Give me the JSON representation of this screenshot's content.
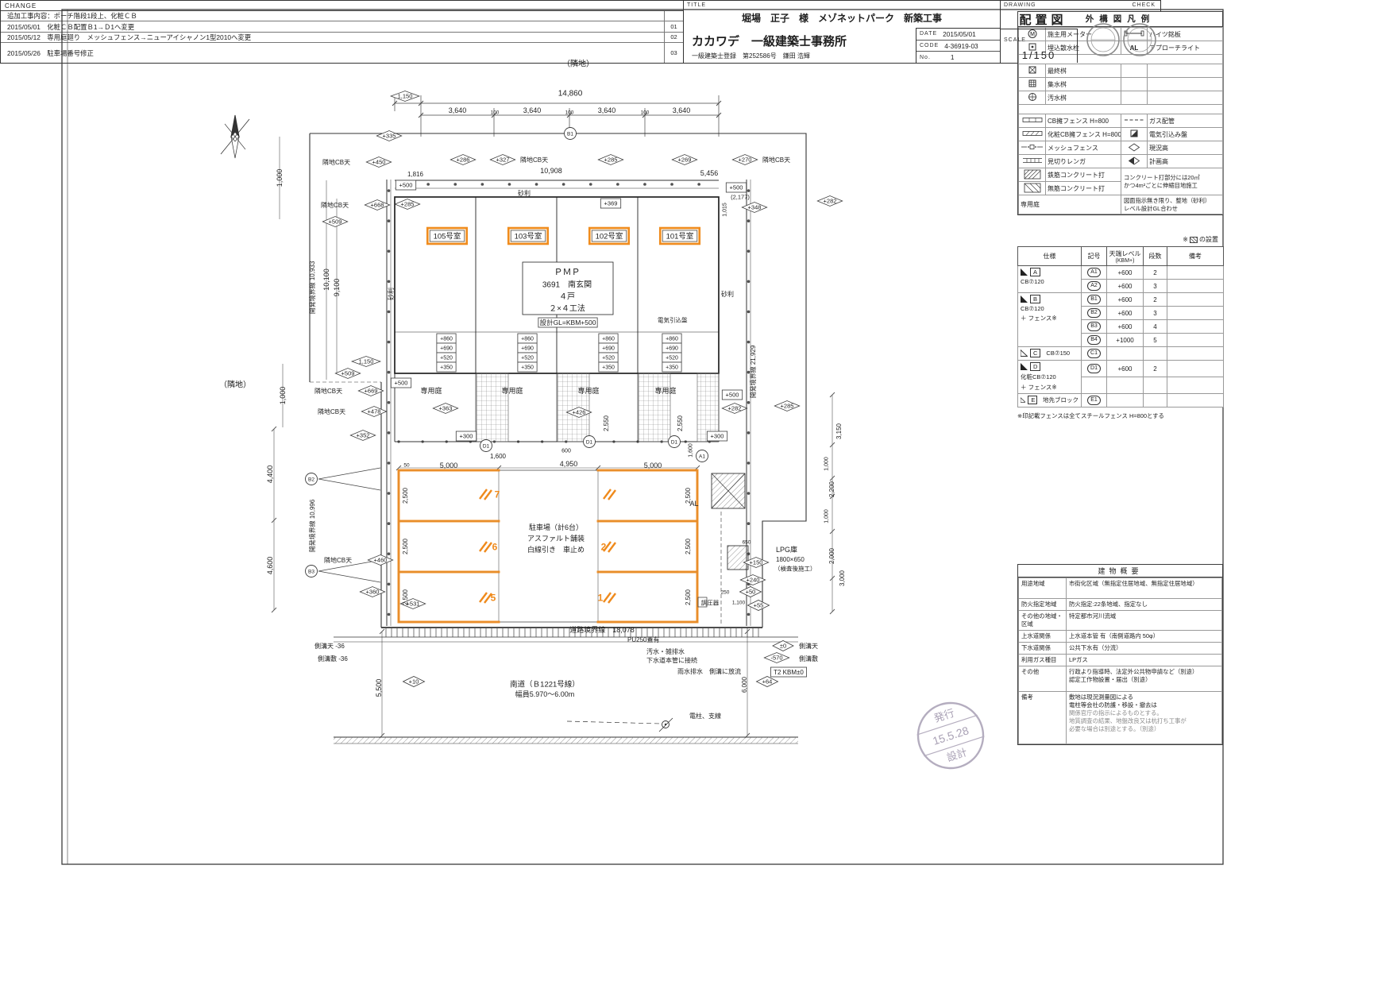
{
  "legend": {
    "title": "外構図凡例",
    "m": "M",
    "owner_meter": "施主用メーター",
    "nameplate": "ハイツ銘板",
    "sprinkler": "埋込散水栓",
    "al": "AL",
    "approach_light": "アプローチライト",
    "final_basin": "最終桝",
    "catch_basin": "集水桝",
    "sewage_basin": "汚水桝",
    "cb_fence": "CB擁フェンス H=800",
    "gas_pipe": "ガス配管",
    "deco_cb_fence": "化粧CB擁フェンス H=800",
    "electric_panel": "電気引込み盤",
    "mesh_fence": "メッシュフェンス",
    "existing_height": "現況高",
    "brick_edge": "見切りレンガ",
    "planned_height": "計画高",
    "rc_concrete": "鉄筋コンクリート打",
    "plain_concrete": "無筋コンクリート打",
    "concrete_note1": "コンクリート打部分には20㎡",
    "concrete_note2": "かつ4m²ごとに伸縮目地施工",
    "garden": "専用庭",
    "garden_note1": "図面指示無き限り、整地（砂利）",
    "garden_note2": "レベル設計GL合わせ"
  },
  "spec": {
    "note_pre": "※",
    "note_post": "の設置",
    "headers": {
      "shiyo": "仕様",
      "kigo": "記号",
      "level1": "天端レベル",
      "level2": "(KBM+)",
      "dansu": "段数",
      "biko": "備考"
    },
    "groups": [
      {
        "letter": "A",
        "name": "CB⑦120",
        "name2": "",
        "rows": [
          {
            "k": "A1",
            "lv": "+600",
            "d": "2"
          },
          {
            "k": "A2",
            "lv": "+600",
            "d": "3"
          }
        ]
      },
      {
        "letter": "B",
        "name": "CB⑦120",
        "name2": "＋ フェンス※",
        "rows": [
          {
            "k": "B1",
            "lv": "+600",
            "d": "2"
          },
          {
            "k": "B2",
            "lv": "+600",
            "d": "3"
          },
          {
            "k": "B3",
            "lv": "+600",
            "d": "4"
          },
          {
            "k": "B4",
            "lv": "+1000",
            "d": "5"
          }
        ]
      },
      {
        "letter": "C",
        "name": "CB⑦150",
        "name2": "",
        "rows": [
          {
            "k": "C1",
            "lv": "",
            "d": ""
          }
        ]
      },
      {
        "letter": "D",
        "name": "化粧CB⑦120",
        "name2": "＋ フェンス※",
        "rows": [
          {
            "k": "D1",
            "lv": "+600",
            "d": "2"
          }
        ]
      },
      {
        "letter": "E",
        "name": "地先ブロック",
        "name2": "",
        "rows": [
          {
            "k": "E1",
            "lv": "",
            "d": ""
          }
        ]
      }
    ],
    "footnote": "※印記載フェンスは全てスチールフェンス H=800とする"
  },
  "overview": {
    "title": "建物概要",
    "labels": {
      "yoto": "用途地域",
      "boka": "防火指定地域",
      "sonota_chiiki": "その他の地域・区域",
      "josui": "上水道関係",
      "gesui": "下水道関係",
      "gas": "利用ガス種目",
      "sonota": "その他",
      "biko": "備考"
    },
    "values": {
      "yoto": "市街化区域（無指定住居地域、無指定住居地域）",
      "boka": "防火指定:22条地域、指定なし",
      "sonota_chiiki": "特定都市河川流域",
      "josui": "上水道本管 有（南側道路内 50φ）",
      "gesui": "公共下水有（分流）",
      "gas": "LPガス",
      "sonota1": "行政より指導時、法定外公共物申請など（別途）",
      "sonota2": "認定工作物設置・届出（別途）",
      "biko1": "敷地は現況測量図による",
      "biko2": "電柱等会社の防護・移設・撤去は",
      "biko3": "関係官庁の指示によるものとする。",
      "biko4": "地質調査の結果、地盤改良又は杭打ち工事が",
      "biko5": "必要な場合は別途とする。（別途）"
    }
  },
  "titleblock": {
    "change_header": "CHANGE",
    "change_rows": [
      {
        "text": "追加工事内容：ポーチ階段1段上、化粧ＣＢ",
        "tag": ""
      },
      {
        "text": "2015/05/01　化粧ＣＢ配置Ｂ1→Ｄ1へ変更",
        "tag": "01"
      },
      {
        "text": "2015/05/12　専用庭廻り　メッシュフェンス→ニューアイシャノン1型2010へ変更",
        "tag": "02"
      },
      {
        "text": "2015/05/26　駐車場番号修正",
        "tag": "03"
      }
    ],
    "title_label": "TITLE",
    "project_title": "堀場　正子　様　メゾネットパーク　新築工事",
    "office": "カカワデ　一級建築士事務所",
    "license": "一級建築士登録　第252586号　鎌田 浩輝",
    "date_label": "DATE",
    "date": "2015/05/01",
    "code_label": "CODE",
    "code": "4-36919-03",
    "no_label": "No.",
    "no": "1",
    "drawing_label": "DRAWING",
    "drawing_name": "配置図",
    "scale_label": "SCALE",
    "scale": "1/150",
    "check_label": "CHECK"
  },
  "stamps": {
    "issue_top": "発行",
    "issue_date": "15.5.28",
    "issue_bottom": "設計"
  },
  "drawing": {
    "annotations": [
      [
        "t",
        728,
        80,
        "（隣地）",
        10
      ],
      [
        "t",
        296,
        484,
        "（隣地）",
        10
      ],
      [
        "d",
        510,
        121,
        "1,150"
      ],
      [
        "t",
        718,
        117,
        "14,860",
        10
      ],
      [
        "t",
        576,
        139,
        "3,640",
        9
      ],
      [
        "t",
        623,
        141,
        "100",
        6.5
      ],
      [
        "t",
        670,
        139,
        "3,640",
        9
      ],
      [
        "t",
        717,
        141,
        "100",
        6.5
      ],
      [
        "t",
        764,
        139,
        "3,640",
        9
      ],
      [
        "t",
        812,
        141,
        "100",
        6.5
      ],
      [
        "t",
        858,
        139,
        "3,640",
        9
      ],
      [
        "c",
        718,
        168,
        "B1"
      ],
      [
        "d",
        490,
        171,
        "+335"
      ],
      [
        "l",
        406,
        204,
        "隣地CB天",
        8
      ],
      [
        "d",
        477,
        204,
        "+450"
      ],
      [
        "d",
        583,
        201,
        "+286"
      ],
      [
        "d",
        633,
        201,
        "+327"
      ],
      [
        "l",
        655,
        201,
        "隣地CB天",
        8
      ],
      [
        "t",
        694,
        215,
        "10,908",
        9
      ],
      [
        "d",
        769,
        201,
        "+285"
      ],
      [
        "d",
        862,
        201,
        "+269"
      ],
      [
        "d",
        938,
        201,
        "+270"
      ],
      [
        "l",
        960,
        201,
        "隣地CB天",
        8
      ],
      [
        "t",
        523,
        219,
        "1,816",
        8
      ],
      [
        "b",
        511,
        233,
        "+500"
      ],
      [
        "d",
        513,
        257,
        "+285"
      ],
      [
        "t",
        660,
        243,
        "砂利",
        8
      ],
      [
        "b",
        769,
        256,
        "+369"
      ],
      [
        "t",
        893,
        218,
        "5,456",
        9
      ],
      [
        "b",
        927,
        236,
        "+500"
      ],
      [
        "t",
        932,
        248,
        "(2,177)",
        7.5
      ],
      [
        "d",
        950,
        261,
        "+348"
      ],
      [
        "d",
        1045,
        253,
        "+282"
      ],
      [
        "v",
        912,
        264,
        "1,015",
        7
      ],
      [
        "v",
        352,
        224,
        "1,000",
        9
      ],
      [
        "v",
        393,
        362,
        "開発境界線 10,933",
        8
      ],
      [
        "v",
        411,
        352,
        "10,100",
        9
      ],
      [
        "v",
        424,
        362,
        "9,100",
        9
      ],
      [
        "l",
        404,
        258,
        "隣地CB天",
        8
      ],
      [
        "d",
        475,
        258,
        "+668"
      ],
      [
        "d",
        422,
        279,
        "+509"
      ],
      [
        "v",
        492,
        370,
        "砂利",
        8
      ],
      [
        "d",
        461,
        455,
        "1,150"
      ],
      [
        "d",
        438,
        470,
        "+509"
      ],
      [
        "b",
        505,
        482,
        "+500"
      ],
      [
        "l",
        396,
        492,
        "隣地CB天",
        8
      ],
      [
        "d",
        467,
        492,
        "+669"
      ],
      [
        "l",
        400,
        518,
        "隣地CB天",
        8
      ],
      [
        "d",
        471,
        518,
        "+478"
      ],
      [
        "d",
        457,
        548,
        "+352"
      ],
      [
        "v",
        356,
        498,
        "1,000",
        9
      ],
      [
        "v",
        340,
        597,
        "4,400",
        9
      ],
      [
        "v",
        340,
        712,
        "4,600",
        9
      ],
      [
        "v",
        393,
        662,
        "開発境界線 10,996",
        8
      ],
      [
        "c",
        392,
        603,
        "B2"
      ],
      [
        "c",
        392,
        719,
        "B3"
      ],
      [
        "l",
        408,
        705,
        "隣地CB天",
        8
      ],
      [
        "d",
        479,
        705,
        "+460"
      ],
      [
        "d",
        469,
        745,
        "+360"
      ],
      [
        "d",
        520,
        760,
        "+531"
      ],
      [
        "v",
        477,
        866,
        "5,500",
        9
      ],
      [
        "d",
        521,
        858,
        "+10"
      ],
      [
        "l",
        396,
        813,
        "側溝天 -36",
        8
      ],
      [
        "l",
        400,
        829,
        "側溝敷 -36",
        8
      ],
      [
        "o",
        563,
        297,
        "105号室"
      ],
      [
        "o",
        665,
        297,
        "103号室"
      ],
      [
        "o",
        767,
        297,
        "102号室"
      ],
      [
        "o",
        856,
        297,
        "101号室"
      ],
      [
        "t",
        714,
        342,
        "ＰＭＰ",
        11
      ],
      [
        "t",
        714,
        358,
        "3691　南玄関",
        10
      ],
      [
        "t",
        714,
        373,
        "４戸",
        10
      ],
      [
        "t",
        714,
        388,
        "２×４工法",
        10
      ],
      [
        "b",
        715,
        406,
        "設計GL=KBM+500",
        8.5
      ],
      [
        "l",
        828,
        403,
        "電気引込盤",
        7.5
      ],
      [
        "b",
        562,
        426,
        "+860",
        7
      ],
      [
        "b",
        562,
        438,
        "+690",
        7
      ],
      [
        "b",
        562,
        450,
        "+520",
        7
      ],
      [
        "b",
        562,
        462,
        "+350",
        7
      ],
      [
        "b",
        664,
        426,
        "+860",
        7
      ],
      [
        "b",
        664,
        438,
        "+690",
        7
      ],
      [
        "b",
        664,
        450,
        "+520",
        7
      ],
      [
        "b",
        664,
        462,
        "+350",
        7
      ],
      [
        "b",
        766,
        426,
        "+860",
        7
      ],
      [
        "b",
        766,
        438,
        "+690",
        7
      ],
      [
        "b",
        766,
        450,
        "+520",
        7
      ],
      [
        "b",
        766,
        462,
        "+350",
        7
      ],
      [
        "b",
        846,
        426,
        "+860",
        7
      ],
      [
        "b",
        846,
        438,
        "+690",
        7
      ],
      [
        "b",
        846,
        450,
        "+520",
        7
      ],
      [
        "b",
        846,
        462,
        "+350",
        7
      ],
      [
        "t",
        543,
        492,
        "専用庭",
        9
      ],
      [
        "t",
        645,
        492,
        "専用庭",
        9
      ],
      [
        "t",
        741,
        492,
        "専用庭",
        9
      ],
      [
        "t",
        838,
        492,
        "専用庭",
        9
      ],
      [
        "d",
        561,
        514,
        "+363"
      ],
      [
        "d",
        729,
        519,
        "+426"
      ],
      [
        "b",
        922,
        497,
        "+500"
      ],
      [
        "d",
        925,
        514,
        "+282"
      ],
      [
        "v",
        763,
        533,
        "2,550",
        8
      ],
      [
        "v",
        856,
        533,
        "2,550",
        8
      ],
      [
        "d",
        991,
        511,
        "+285"
      ],
      [
        "v",
        948,
        468,
        "開発境界線 21,929",
        8
      ],
      [
        "b",
        587,
        549,
        "+300"
      ],
      [
        "c",
        612,
        561,
        "D1"
      ],
      [
        "t",
        627,
        574,
        "1,600",
        8
      ],
      [
        "t",
        713,
        567,
        "600",
        7
      ],
      [
        "c",
        742,
        556,
        "D1"
      ],
      [
        "c",
        849,
        556,
        "D1"
      ],
      [
        "b",
        903,
        549,
        "+300"
      ],
      [
        "v",
        869,
        567,
        "1,600",
        7
      ],
      [
        "c",
        884,
        574,
        "A1"
      ],
      [
        "t",
        512,
        585,
        "50",
        6.5
      ],
      [
        "t",
        565,
        586,
        "5,000",
        9
      ],
      [
        "t",
        716,
        584,
        "4,950",
        9
      ],
      [
        "t",
        822,
        586,
        "5,000",
        9
      ],
      [
        "v",
        510,
        624,
        "2,500",
        8
      ],
      [
        "v",
        510,
        688,
        "2,500",
        8
      ],
      [
        "v",
        510,
        752,
        "2,500",
        8
      ],
      [
        "v",
        866,
        624,
        "2,500",
        8
      ],
      [
        "v",
        866,
        688,
        "2,500",
        8
      ],
      [
        "v",
        866,
        752,
        "2,500",
        8
      ],
      [
        "n",
        626,
        622,
        "7"
      ],
      [
        "n",
        623,
        688,
        "6"
      ],
      [
        "n",
        621,
        752,
        "5"
      ],
      [
        "n",
        760,
        688,
        "2"
      ],
      [
        "n",
        756,
        752,
        "1"
      ],
      [
        "t",
        700,
        664,
        "駐車場（計6台）",
        9
      ],
      [
        "t",
        700,
        678,
        "アスファルト舗装",
        9
      ],
      [
        "t",
        700,
        692,
        "白線引き　車止め",
        9
      ],
      [
        "t",
        874,
        634,
        "AL",
        9
      ],
      [
        "l",
        977,
        692,
        "LPG庫",
        9
      ],
      [
        "l",
        977,
        704,
        "1800×650",
        8
      ],
      [
        "l",
        975,
        716,
        "（検査後施工）",
        7.5
      ],
      [
        "d",
        952,
        708,
        "+150"
      ],
      [
        "d",
        948,
        730,
        "+240"
      ],
      [
        "d",
        945,
        745,
        "+50"
      ],
      [
        "d",
        955,
        762,
        "+55"
      ],
      [
        "t",
        940,
        682,
        "650",
        6.5
      ],
      [
        "t",
        913,
        745,
        "250",
        6.5
      ],
      [
        "t",
        930,
        758,
        "1,100",
        6.5
      ],
      [
        "t",
        894,
        759,
        "調圧器",
        7.5
      ],
      [
        "t",
        758,
        793,
        "道路境界線　18,078",
        9
      ],
      [
        "l",
        790,
        805,
        "PU250蓋有",
        8
      ],
      [
        "l",
        814,
        820,
        "汚水・雑排水",
        8
      ],
      [
        "l",
        814,
        831,
        "下水道本管に接続",
        8
      ],
      [
        "l",
        853,
        845,
        "雨水排水　側溝に放流",
        8
      ],
      [
        "t",
        686,
        861,
        "南道（Ｂ1221号線）",
        9.5
      ],
      [
        "t",
        686,
        874,
        "幅員5.970〜6.00m",
        9
      ],
      [
        "l",
        868,
        901,
        "電柱、支線",
        8
      ],
      [
        "d",
        986,
        813,
        "±0"
      ],
      [
        "l",
        1006,
        813,
        "側溝天",
        8
      ],
      [
        "d",
        978,
        828,
        "-570"
      ],
      [
        "l",
        1006,
        829,
        "側溝敷",
        8
      ],
      [
        "b",
        993,
        846,
        "T2 KBM±0",
        8
      ],
      [
        "d",
        966,
        858,
        "+64"
      ],
      [
        "v",
        937,
        862,
        "6,000",
        8
      ],
      [
        "v",
        1056,
        543,
        "3,150",
        8
      ],
      [
        "v",
        1040,
        584,
        "1,000",
        7
      ],
      [
        "v",
        1047,
        616,
        "2,200",
        8
      ],
      [
        "v",
        1040,
        650,
        "1,000",
        7
      ],
      [
        "v",
        1047,
        700,
        "2,000",
        8
      ],
      [
        "v",
        1060,
        728,
        "3,000",
        8
      ],
      [
        "t",
        916,
        370,
        "砂利",
        8
      ]
    ]
  }
}
